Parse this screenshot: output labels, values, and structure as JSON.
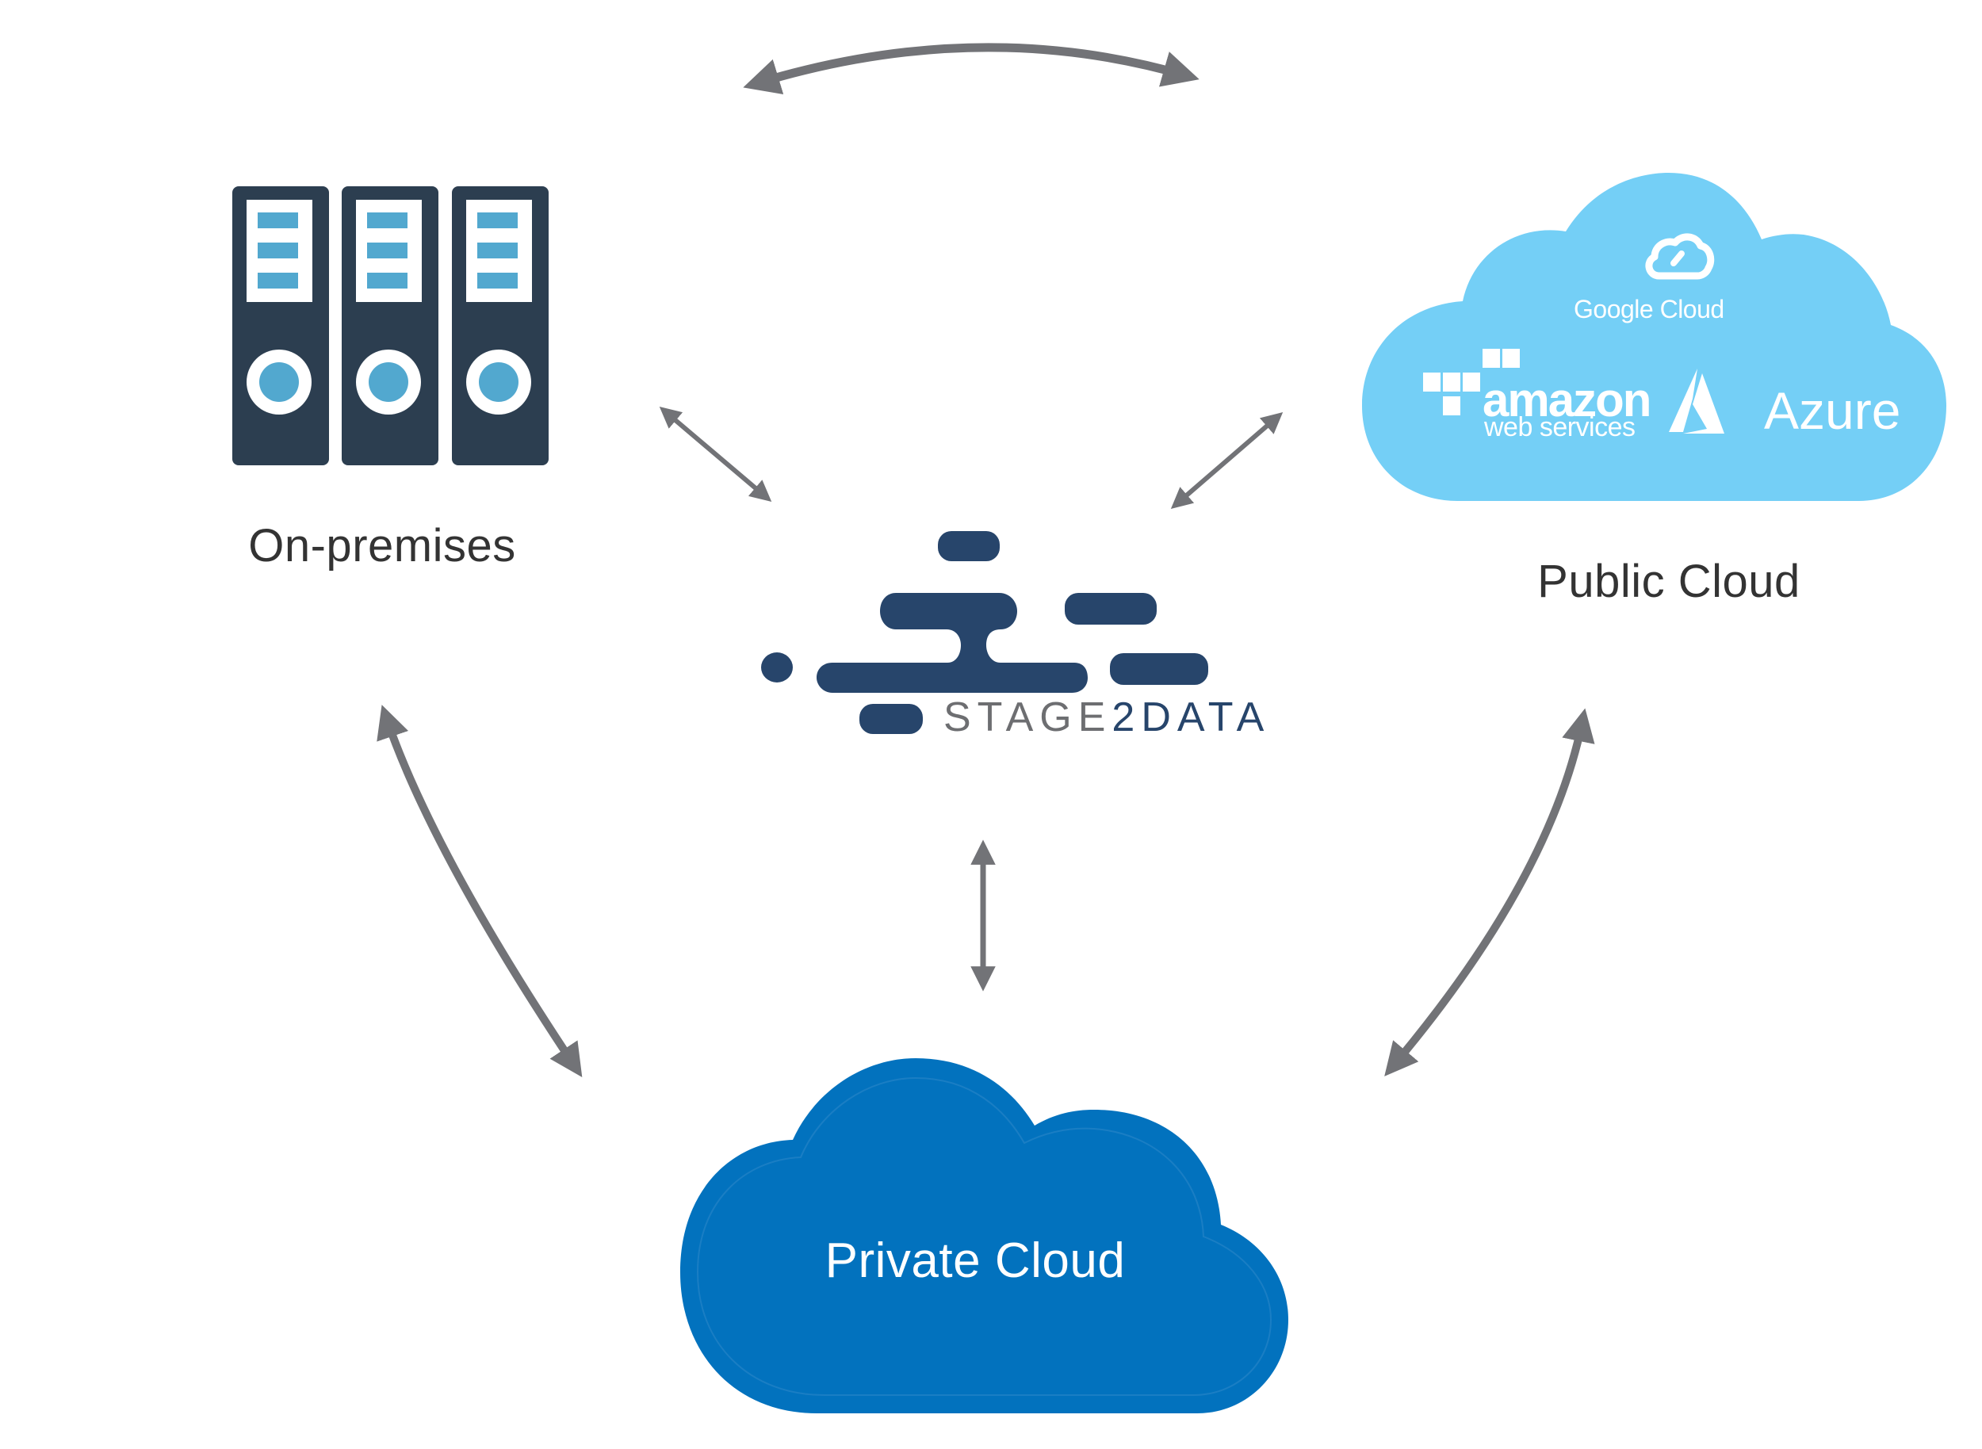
{
  "diagram": {
    "title": "",
    "nodes": {
      "on_premises": {
        "label": "On-premises",
        "icon": "server-rack-icon",
        "server_count": 3
      },
      "public_cloud": {
        "label": "Public Cloud",
        "icon": "cloud-icon",
        "providers": [
          {
            "name": "Google Cloud",
            "icon": "google-cloud-icon"
          },
          {
            "name_line1": "amazon",
            "name_line2": "web services",
            "icon": "aws-cubes-icon"
          },
          {
            "name": "Azure",
            "icon": "azure-icon"
          }
        ]
      },
      "private_cloud": {
        "label": "Private Cloud",
        "icon": "cloud-icon"
      },
      "hub": {
        "brand_part1": "STAGE",
        "brand_part2": "2DATA",
        "icon": "stage2data-logo"
      }
    },
    "connections": [
      {
        "from": "on_premises",
        "to": "public_cloud",
        "type": "bidirectional",
        "style": "curved"
      },
      {
        "from": "on_premises",
        "to": "hub",
        "type": "bidirectional",
        "style": "straight"
      },
      {
        "from": "public_cloud",
        "to": "hub",
        "type": "bidirectional",
        "style": "straight"
      },
      {
        "from": "hub",
        "to": "private_cloud",
        "type": "bidirectional",
        "style": "straight"
      },
      {
        "from": "on_premises",
        "to": "private_cloud",
        "type": "bidirectional",
        "style": "curved"
      },
      {
        "from": "public_cloud",
        "to": "private_cloud",
        "type": "bidirectional",
        "style": "curved"
      }
    ]
  },
  "colors": {
    "arrow": "#727377",
    "server_body": "#2c3e50",
    "server_accent": "#52a8cf",
    "public_cloud": "#74cff6",
    "private_cloud": "#0272be",
    "brand_navy": "#27456b",
    "brand_grey": "#6d6e71",
    "label_text": "#333333"
  }
}
